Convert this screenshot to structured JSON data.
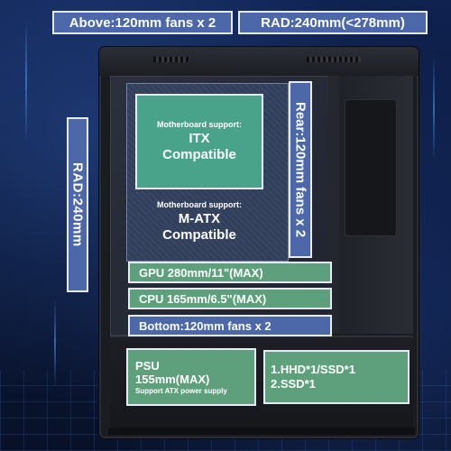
{
  "labels": {
    "above": "Above:120mm fans x 2",
    "rad_top": "RAD:240mm(<278mm)",
    "rad_left": "RAD:240mm",
    "rear": "Rear:120mm fans x 2",
    "gpu": "GPU 280mm/11\"(MAX)",
    "cpu": "CPU 165mm/6.5\"(MAX)",
    "bottom": "Bottom:120mm fans x 2"
  },
  "motherboard": {
    "itx": {
      "caption": "Motherboard support:",
      "line1": "ITX",
      "line2": "Compatible"
    },
    "matx": {
      "caption": "Motherboard support:",
      "line1": "M-ATX",
      "line2": "Compatible"
    }
  },
  "psu": {
    "line1": "PSU",
    "line2": "155mm(MAX)",
    "line3": "Support ATX power supply"
  },
  "storage": {
    "line1": "1.HHD*1/SSD*1",
    "line2": "2.SSD*1"
  },
  "colors": {
    "label_blue": "#4c68a8",
    "label_green": "#5fa07c",
    "label_teal": "#48a38a",
    "background": "#0d1a3a"
  }
}
